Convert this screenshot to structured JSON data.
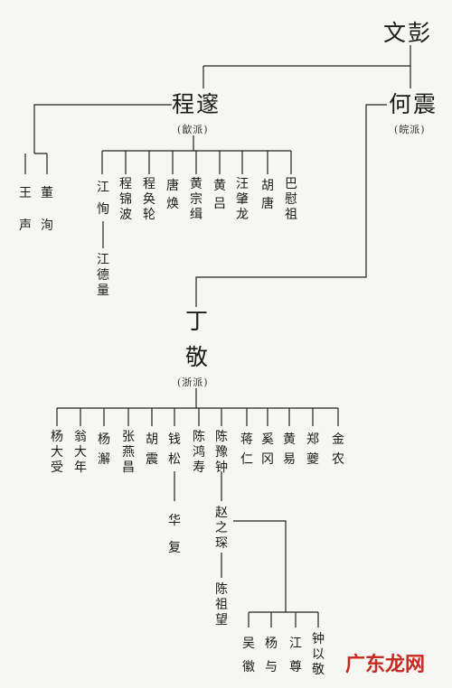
{
  "nodes": {
    "wen_peng": "文彭",
    "cheng_sui": "程邃",
    "cheng_sui_school": "(歙派)",
    "he_zhen": "何震",
    "he_zhen_school": "(皖派)",
    "ding_jing_1": "丁",
    "ding_jing_2": "敬",
    "ding_jing_school": "(浙派)",
    "wang_sheng": "王声",
    "dong_xun": "董洵",
    "jiang_xun": "江恂",
    "cheng_jinbo": "程锦波",
    "cheng_huilun": "程奂轮",
    "tang_huan": "唐焕",
    "huang_zongqi": "黄宗缉",
    "huang_lv": "黄吕",
    "wang_zhaolong": "汪肇龙",
    "hu_tang": "胡唐",
    "ba_weizu": "巴慰祖",
    "jiang_deliang": "江德量",
    "yang_dashou": "杨大受",
    "weng_danian": "翁大年",
    "yang_xie": "杨澥",
    "zhang_yanchang": "张燕昌",
    "hu_zhen": "胡震",
    "qian_song": "钱松",
    "chen_hongshou": "陈鸿寿",
    "chen_yuzhong": "陈豫钟",
    "jiang_ren": "蒋仁",
    "xi_gang": "奚冈",
    "huang_yi": "黄易",
    "zheng_kui": "郑夔",
    "jin_nong": "金农",
    "hua_fu": "华复",
    "zhao_zhichen": "赵之琛",
    "chen_zuwang": "陈祖望",
    "wu_hui": "吴徽",
    "yang_yu": "杨与",
    "jiang_zun": "江尊",
    "zhong_yijing": "钟以敬"
  },
  "watermark": "广东龙网"
}
